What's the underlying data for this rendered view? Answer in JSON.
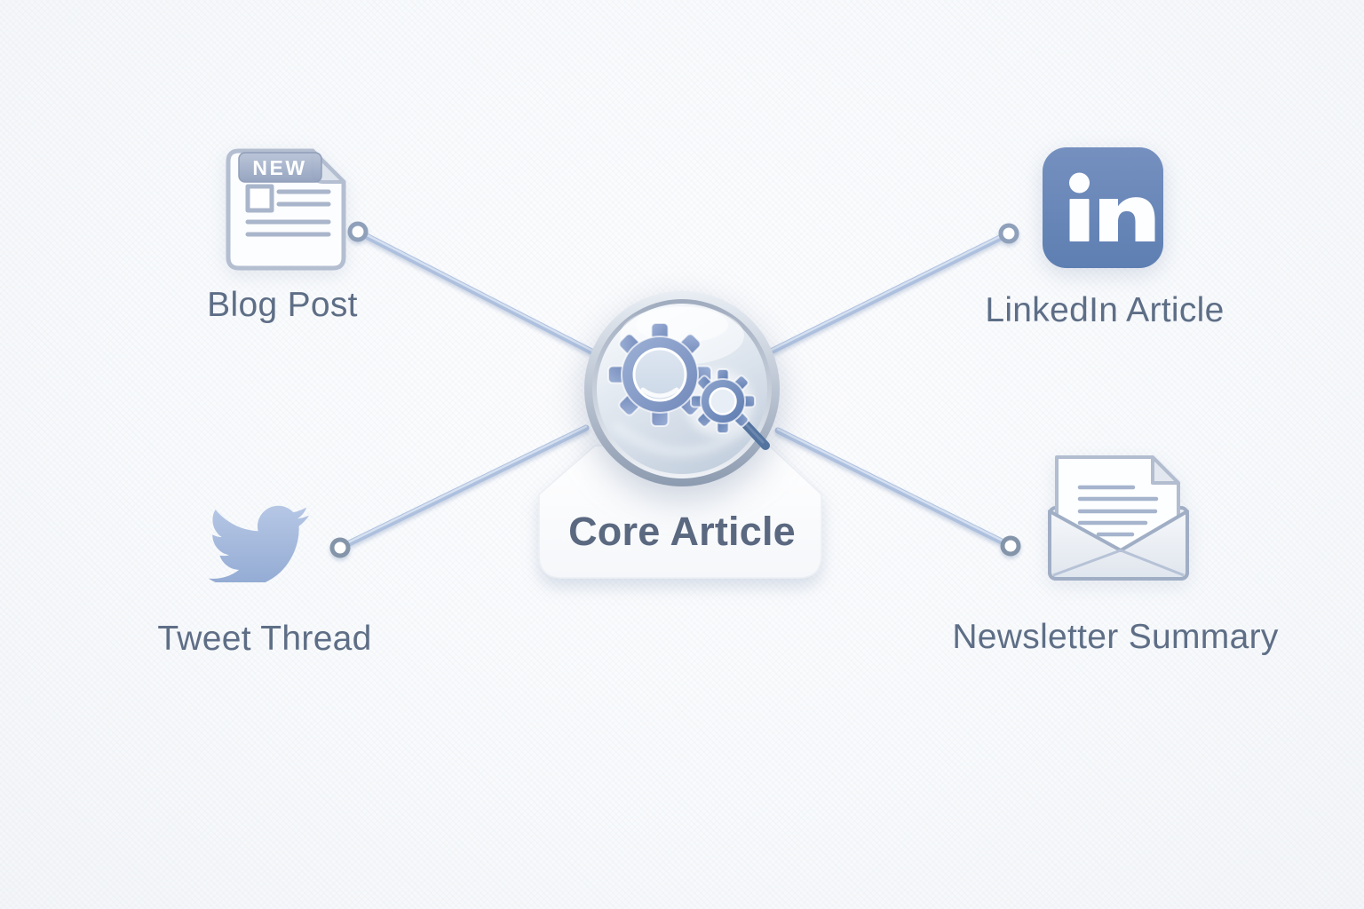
{
  "diagram": {
    "type": "content-repurposing-mindmap",
    "center": {
      "label": "Core Article",
      "icon": "gears-magnifier-icon"
    },
    "nodes": [
      {
        "id": "blog-post",
        "position": "top-left",
        "label": "Blog Post",
        "icon": "document-new-icon",
        "badge": "NEW"
      },
      {
        "id": "linkedin-article",
        "position": "top-right",
        "label": "LinkedIn Article",
        "icon": "linkedin-icon",
        "glyph": "in"
      },
      {
        "id": "tweet-thread",
        "position": "bottom-left",
        "label": "Tweet Thread",
        "icon": "twitter-bird-icon"
      },
      {
        "id": "newsletter-summary",
        "position": "bottom-right",
        "label": "Newsletter Summary",
        "icon": "envelope-letter-icon"
      }
    ],
    "colors": {
      "background": "#f9fafc",
      "connector_line": "#adc0de",
      "node_ring_stroke": "#8fa0ba",
      "label_text": "#5e6e86",
      "center_label_text": "#5a6880",
      "linkedin_blue_top": "#7590bf",
      "linkedin_blue_bottom": "#5e7fb2",
      "twitter_blue": "#a5bade",
      "gear_blue": "#7289ba",
      "badge_fill": "#a3b0c8",
      "card_fill": "#ffffff"
    }
  }
}
